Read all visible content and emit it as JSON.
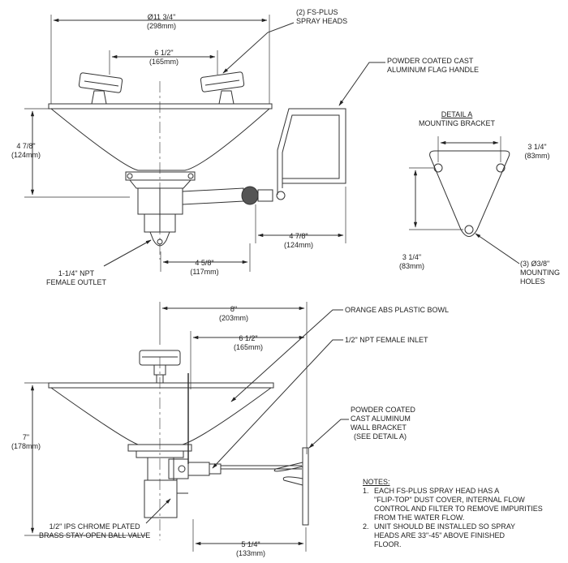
{
  "top_view": {
    "width_dim": [
      "Ø11 3/4\"",
      "(298mm)"
    ],
    "heads_spacing": [
      "6 1/2\"",
      "(165mm)"
    ],
    "height_dim": [
      "4 7/8\"",
      "(124mm)"
    ],
    "handle_offset": [
      "4 7/8\"",
      "(124mm)"
    ],
    "outlet_offset": [
      "4 5/8\"",
      "(117mm)"
    ],
    "spray_heads": [
      "(2) FS-PLUS",
      "SPRAY HEADS"
    ],
    "flag_handle": [
      "POWDER COATED CAST",
      "ALUMINUM FLAG HANDLE"
    ],
    "outlet": [
      "1-1/4\" NPT",
      "FEMALE OUTLET"
    ]
  },
  "detail": {
    "title": "DETAIL A",
    "subtitle": "MOUNTING BRACKET",
    "width_dim": [
      "3 1/4\"",
      "(83mm)"
    ],
    "height_dim": [
      "3 1/4\"",
      "(83mm)"
    ],
    "holes": [
      "(3) Ø3/8\"",
      "MOUNTING",
      "HOLES"
    ]
  },
  "side_view": {
    "depth_dim": [
      "8\"",
      "(203mm)"
    ],
    "heads_spacing": [
      "6 1/2\"",
      "(165mm)"
    ],
    "height_dim": [
      "7\"",
      "(178mm)"
    ],
    "bracket_offset": [
      "5 1/4\"",
      "(133mm)"
    ],
    "bowl": "ORANGE ABS PLASTIC BOWL",
    "inlet": "1/2\" NPT FEMALE INLET",
    "bracket": [
      "POWDER COATED",
      "CAST ALUMINUM",
      "WALL BRACKET",
      "(SEE DETAIL A)"
    ],
    "valve": [
      "1/2\" IPS CHROME PLATED",
      "BRASS STAY-OPEN BALL VALVE"
    ]
  },
  "notes": {
    "title": "NOTES:",
    "items": [
      {
        "num": "1.",
        "text": "EACH FS-PLUS SPRAY HEAD HAS A\n\"FLIP-TOP\" DUST COVER, INTERNAL FLOW\nCONTROL AND FILTER TO REMOVE IMPURITIES\nFROM THE WATER FLOW."
      },
      {
        "num": "2.",
        "text": "UNIT SHOULD BE INSTALLED SO SPRAY\nHEADS ARE 33\"-45\" ABOVE FINISHED\nFLOOR."
      }
    ]
  }
}
